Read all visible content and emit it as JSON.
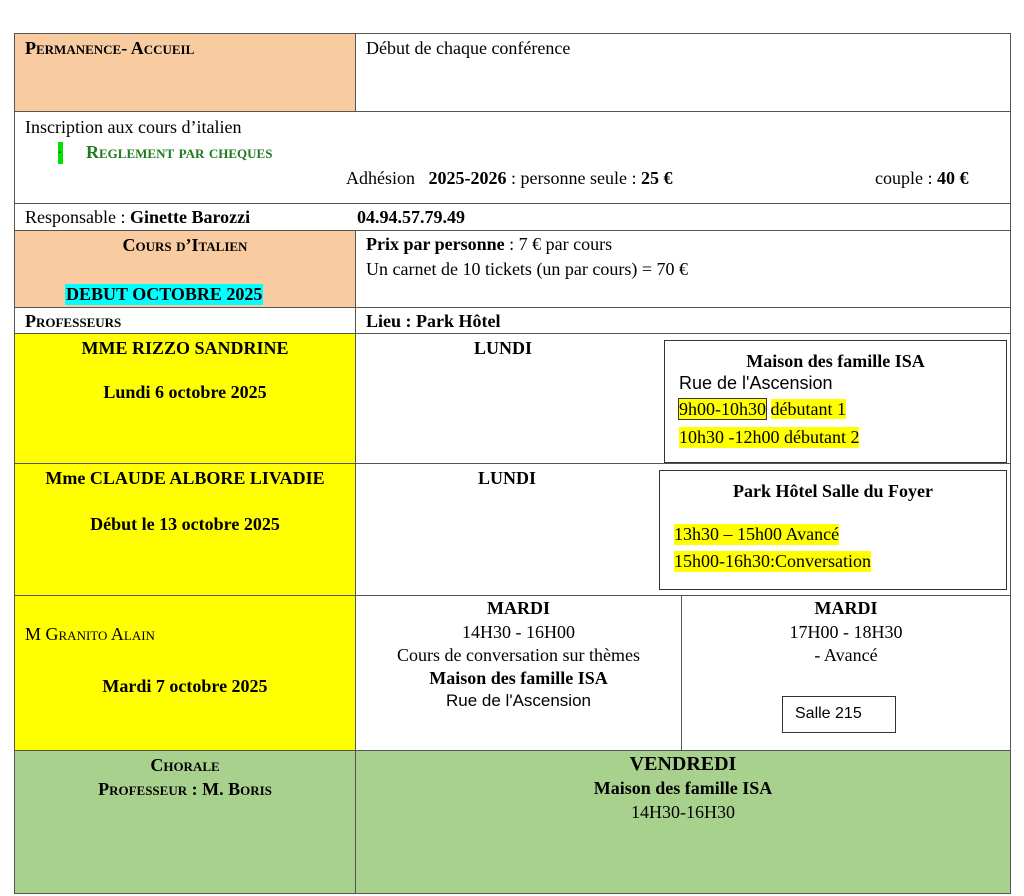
{
  "colors": {
    "peach": "#f8cba0",
    "yellow": "#ffff00",
    "green": "#a9d18e",
    "cyan": "#00ffff",
    "green_text": "#1e7b1e"
  },
  "permanence": {
    "label": "Permanence- Accueil",
    "value": "Début de chaque conférence"
  },
  "inscription": {
    "title": "Inscription aux cours d’italien",
    "bullet": ".",
    "reglement": "Reglement par cheques",
    "adhesion_label": "Adhésion",
    "adhesion_year": "2025-2026",
    "single_label": ": personne seule :",
    "single_price": "25 €",
    "couple_label": "couple :",
    "couple_price": "40 €"
  },
  "responsable": {
    "label": "Responsable :",
    "name": "Ginette Barozzi",
    "phone": "04.94.57.79.49"
  },
  "cours": {
    "title": "Cours d’Italien",
    "debut": "DEBUT OCTOBRE 2025",
    "prix_label": "Prix par personne",
    "prix_value": ": 7 € par cours",
    "carnet": "Un carnet de 10 tickets (un par cours) = 70 €"
  },
  "professeurs": {
    "label": "Professeurs",
    "lieu": "Lieu : Park Hôtel"
  },
  "rows": [
    {
      "prof": "MME RIZZO SANDRINE",
      "date": "Lundi 6 octobre 2025",
      "day": "LUNDI",
      "place": "Maison des famille ISA",
      "street": "Rue de l'Ascension",
      "slot1_time": "9h00-10h30",
      "slot1_level": "débutant 1",
      "slot2": "10h30 -12h00 débutant 2"
    },
    {
      "prof": "Mme CLAUDE ALBORE LIVADIE",
      "date": "Début le 13 octobre 2025",
      "day": "LUNDI",
      "place": "Park Hôtel Salle du Foyer",
      "slot1": "13h30 – 15h00 Avancé",
      "slot2": "15h00-16h30:Conversation"
    },
    {
      "prof": "M Granito Alain",
      "date": "Mardi 7 octobre 2025",
      "a_day": "MARDI",
      "a_time": "14H30 - 16H00",
      "a_desc": "Cours de conversation sur thèmes",
      "a_place": "Maison des famille ISA",
      "a_street": "Rue de l'Ascension",
      "b_day": "MARDI",
      "b_time": "17H00 - 18H30",
      "b_level": "- Avancé",
      "b_room": "Salle 215"
    }
  ],
  "chorale": {
    "title": "Chorale",
    "prof": "Professeur : M. Boris",
    "day": "VENDREDI",
    "place": "Maison des famille ISA",
    "time": "14H30-16H30"
  }
}
